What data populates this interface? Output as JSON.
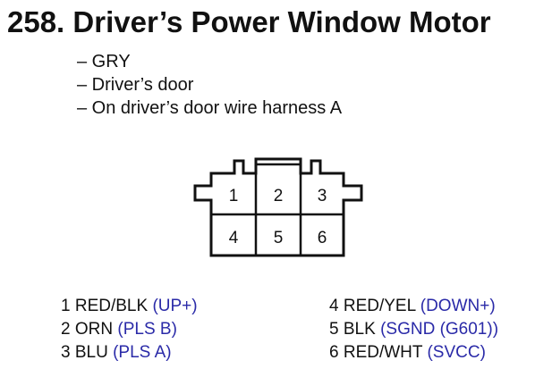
{
  "title": "258. Driver’s Power Window Motor",
  "details": [
    "– GRY",
    "– Driver’s door",
    "– On driver’s door wire harness A"
  ],
  "connector": {
    "top_row": [
      "1",
      "2",
      "3"
    ],
    "bottom_row": [
      "4",
      "5",
      "6"
    ]
  },
  "pins_left": [
    {
      "num": "1",
      "wire": "RED/BLK",
      "func": "(UP+)"
    },
    {
      "num": "2",
      "wire": "ORN",
      "func": "(PLS B)"
    },
    {
      "num": "3",
      "wire": "BLU",
      "func": "(PLS A)"
    }
  ],
  "pins_right": [
    {
      "num": "4",
      "wire": "RED/YEL",
      "func": "(DOWN+)"
    },
    {
      "num": "5",
      "wire": "BLK",
      "func": "(SGND (G601))"
    },
    {
      "num": "6",
      "wire": "RED/WHT",
      "func": "(SVCC)"
    }
  ],
  "colors": {
    "text": "#111111",
    "function": "#2a2aa8"
  }
}
